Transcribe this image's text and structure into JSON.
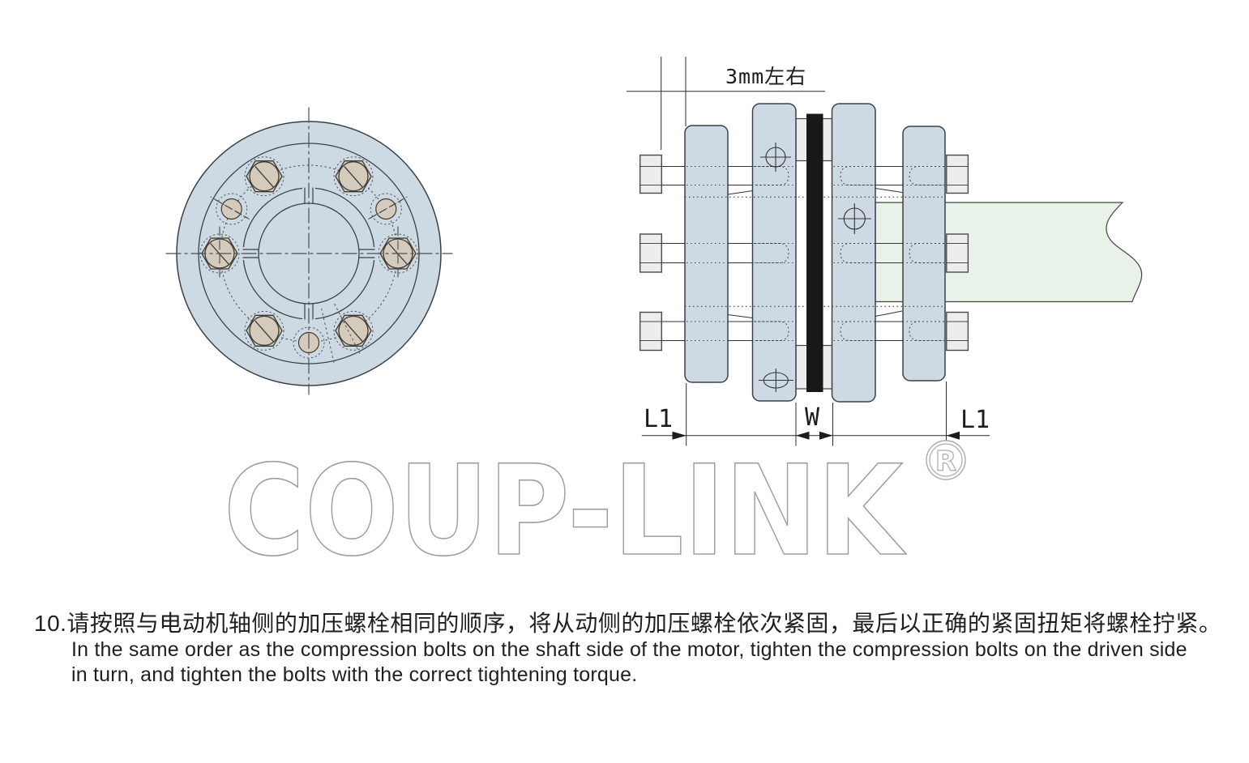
{
  "dimensions": {
    "axial_gap": "3mm左右",
    "l1_left": "L1",
    "w": "W",
    "l1_right": "L1"
  },
  "logo": {
    "wordmark": "COUP-LINK",
    "registered": "R"
  },
  "instructions": {
    "cn": "10.请按照与电动机轴侧的加压螺栓相同的顺序，将从动侧的加压螺栓依次紧固，最后以正确的紧固扭矩将螺栓拧紧。",
    "en1": "In the same order as the compression bolts on the shaft side of the motor, tighten the compression bolts on the driven side",
    "en2": "in turn, and tighten the bolts with the correct tightening torque."
  },
  "colors": {
    "plate_blue": "#cdd9e3",
    "bolt_tan": "#d5cbbc",
    "hardware_gray": "#ececec",
    "spacer_black": "#181818",
    "shaft_green": "#e9f2e8",
    "outline": "#3b4046",
    "logo_outline": "#9d9d9d",
    "text": "#1f1f1f"
  }
}
